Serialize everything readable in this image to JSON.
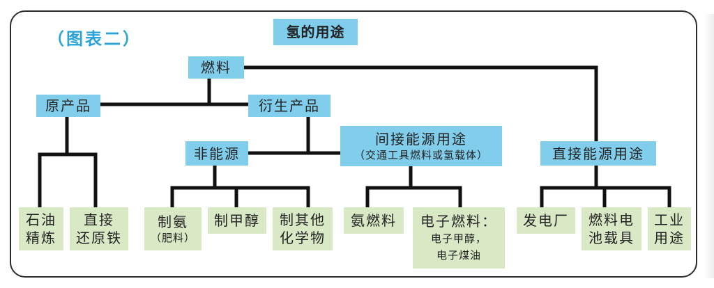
{
  "subtitle": "（图表二）",
  "title": "氢的用途",
  "nodes": {
    "fuel": "燃料",
    "raw": "原产品",
    "derivative": "衍生产品",
    "non_energy": "非能源",
    "indirect": {
      "line1": "间接能源用途",
      "line2": "（交通工具燃料或氢载体）"
    },
    "direct": "直接能源用途"
  },
  "leaves": {
    "oil_refining": [
      "石油",
      "精炼"
    ],
    "direct_reduction": [
      "直接",
      "还原铁"
    ],
    "ammonia": {
      "line1": "制氨",
      "line2": "（肥料）"
    },
    "methanol": "制甲醇",
    "other_chem": [
      "制其他",
      "化学物"
    ],
    "ammonia_fuel": "氨燃料",
    "efuel": {
      "line1": "电子燃料：",
      "line2": "电子甲醇，",
      "line3": "电子煤油"
    },
    "power_plant": "发电厂",
    "fuel_cell": [
      "燃料电",
      "池载具"
    ],
    "industrial": [
      "工业",
      "用途"
    ]
  }
}
